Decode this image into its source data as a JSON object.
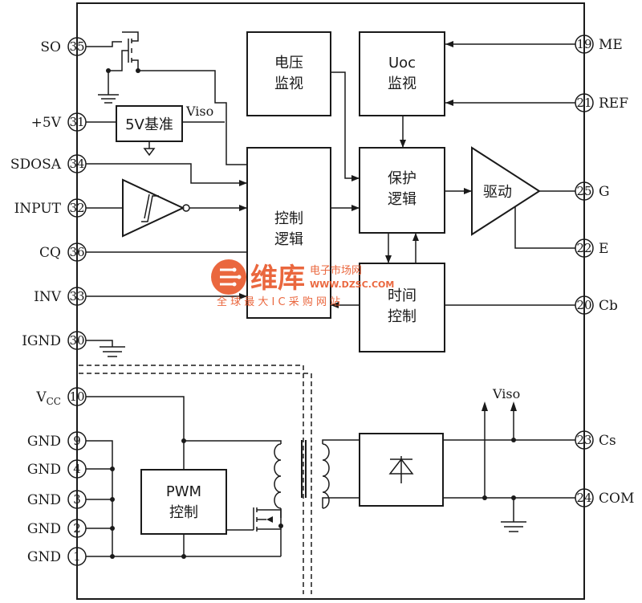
{
  "pins_left": [
    {
      "label": "SO",
      "num": "35"
    },
    {
      "label": "+5V",
      "num": "31"
    },
    {
      "label": "SDOSA",
      "num": "34"
    },
    {
      "label": "INPUT",
      "num": "32"
    },
    {
      "label": "CQ",
      "num": "36"
    },
    {
      "label": "INV",
      "num": "33"
    },
    {
      "label": "IGND",
      "num": "30"
    },
    {
      "label": "V",
      "sub": "CC",
      "num": "10"
    },
    {
      "label": "GND",
      "num": "9"
    },
    {
      "label": "GND",
      "num": "4"
    },
    {
      "label": "GND",
      "num": "3"
    },
    {
      "label": "GND",
      "num": "2"
    },
    {
      "label": "GND",
      "num": "1"
    }
  ],
  "pins_right": [
    {
      "label": "ME",
      "num": "19"
    },
    {
      "label": "REF",
      "num": "21"
    },
    {
      "label": "G",
      "num": "25"
    },
    {
      "label": "E",
      "num": "22"
    },
    {
      "label": "Cb",
      "num": "20"
    },
    {
      "label": "Cs",
      "num": "23"
    },
    {
      "label": "COM",
      "num": "24"
    }
  ],
  "blocks": {
    "voltage_monitor": [
      "电压",
      "监视"
    ],
    "uoc_monitor": [
      "Uoc",
      "监视"
    ],
    "control_logic": [
      "控制",
      "逻辑"
    ],
    "protect_logic": [
      "保护",
      "逻辑"
    ],
    "drive": "驱动",
    "timer_control": [
      "时间",
      "控制"
    ],
    "pwm_control": [
      "PWM",
      "控制"
    ],
    "ref_5v": "5V基准"
  },
  "labels": {
    "viso_top": "Viso",
    "viso_right": "Viso"
  },
  "watermark": {
    "brand": "维库",
    "tagline": "电子市场网",
    "url": "WWW.DZSC.COM",
    "slogan": "全 球 最 大 I C 采 购 网 站"
  },
  "colors": {
    "line": "#1a1a1a",
    "watermark": "#e8572a"
  }
}
